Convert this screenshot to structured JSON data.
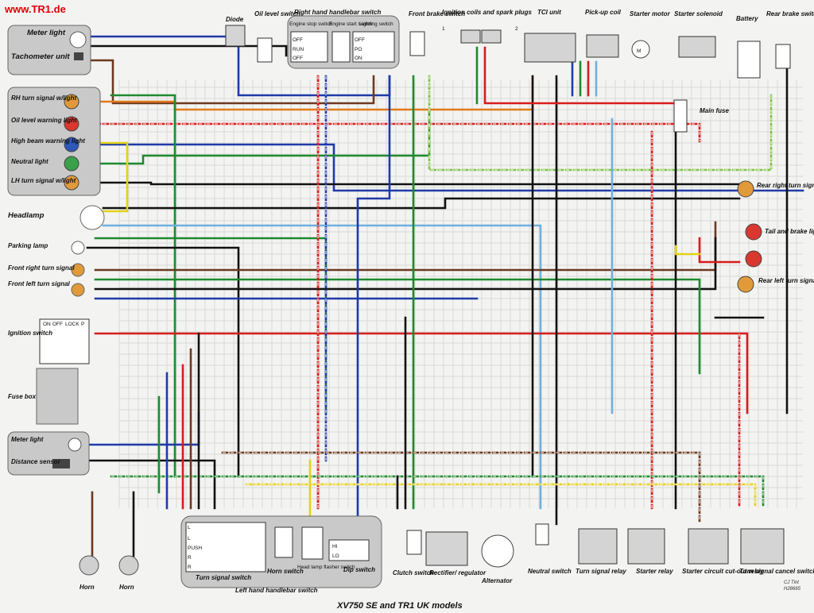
{
  "header": {
    "url": "www.TR1.de"
  },
  "footer": {
    "title": "XV750 SE and TR1 UK models",
    "credit_author": "CJ Tint",
    "credit_code": "H28665"
  },
  "components": {
    "meter_light": "Meter light",
    "tachometer_unit": "Tachometer unit",
    "rh_turn_signal": "RH turn signal w/light",
    "oil_level_warning_light": "Oil level warning light",
    "high_beam_warning_light": "High beam warning light",
    "neutral_light": "Neutral light",
    "lh_turn_signal": "LH turn signal w/light",
    "headlamp": "Headlamp",
    "parking_lamp": "Parking lamp",
    "front_right_turn_signal": "Front right turn signal",
    "front_left_turn_signal": "Front left turn signal",
    "ignition_switch": "Ignition switch",
    "fuse_box": "Fuse box",
    "meter_light_2": "Meter light",
    "distance_sensor": "Distance sensor",
    "horn_1": "Horn",
    "horn_2": "Horn",
    "diode": "Diode",
    "oil_level_switch": "Oil level switch",
    "right_handlebar_switch": "Right hand handlebar switch",
    "engine_stop_switch": "Engine stop switch",
    "engine_start_switch": "Engine start switch",
    "lighting_switch": "Lighting switch",
    "front_brake_switch": "Front brake switch",
    "ignition_coils": "Ignition coils and spark plugs",
    "tci_unit": "TCI unit",
    "pickup_coil": "Pick-up coil",
    "starter_motor": "Starter motor",
    "starter_solenoid": "Starter solenoid",
    "battery": "Battery",
    "rear_brake_switch": "Rear brake switch",
    "main_fuse": "Main fuse",
    "rear_right_turn_signal": "Rear right turn signal",
    "tail_brake_lights": "Tail and brake lights",
    "rear_left_turn_signal": "Rear left turn signal",
    "turn_signal_switch": "Turn signal switch",
    "horn_switch": "Horn switch",
    "head_lamp_flasher_switch": "Head lamp flasher switch",
    "dip_switch": "Dip switch",
    "left_handlebar_switch": "Left hand handlebar switch",
    "clutch_switch": "Clutch switch",
    "rectifier_regulator": "Rectifier/ regulator",
    "alternator": "Alternator",
    "neutral_switch": "Neutral switch",
    "turn_signal_relay": "Turn signal relay",
    "starter_relay": "Starter relay",
    "starter_cutout_relay": "Starter circuit cut-out relay",
    "turn_signal_cancel_switch": "Turn signal cancel switch"
  },
  "switch_positions": {
    "stop_off": "OFF",
    "stop_run": "RUN",
    "stop_off2": "OFF",
    "light_off": "OFF",
    "light_po": "PO",
    "light_on": "ON",
    "ign_on": "ON",
    "ign_off": "OFF",
    "ign_lock": "LOCK",
    "ign_p": "P",
    "turn_l1": "L",
    "turn_l2": "L",
    "turn_push": "PUSH",
    "turn_r1": "R",
    "turn_r2": "R",
    "dip_hi": "HI",
    "dip_lo": "LO",
    "ign_terminal_1": "1",
    "ign_terminal_2": "2"
  },
  "wire_colors": {
    "red": "#d71c1c",
    "blue": "#1f3aa8",
    "green": "#1e8a2e",
    "brown": "#6b3a1e",
    "black": "#111111",
    "yellow": "#e4d21a",
    "orange": "#e07b1a",
    "lightblue": "#6fb0de",
    "lightgreen": "#7cc242",
    "white": "#ffffff",
    "gray": "#8a8a8a"
  }
}
